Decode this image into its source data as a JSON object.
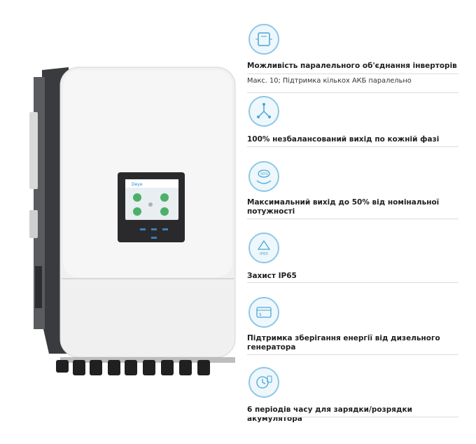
{
  "product": {
    "brand": "Deye",
    "colors": {
      "body": "#f1f1f1",
      "side": "#3c3d40",
      "screen_bezel": "#2a2a2c",
      "screen": "#e9eef1",
      "accent": "#1f8fd6"
    }
  },
  "features": [
    {
      "icon": "parallel-inverters-icon",
      "title": "Можливість паралельного об'єднання інверторів",
      "subtitle": "Макс. 10; Підтримка кількох АКБ паралельно"
    },
    {
      "icon": "unbalanced-output-icon",
      "title": "100% незбалансований вихід по кожній фазі",
      "subtitle": ""
    },
    {
      "icon": "output-50-percent-icon",
      "title": "Максимальний вихід до 50% від номінальної потужності",
      "subtitle": ""
    },
    {
      "icon": "ip65-protection-icon",
      "title": "Захист IP65",
      "subtitle": ""
    },
    {
      "icon": "diesel-generator-icon",
      "title": "Підтримка зберігання енергії від дизельного генератора",
      "subtitle": ""
    },
    {
      "icon": "battery-schedule-icon",
      "title": "6 періодів часу для зарядки/розрядки акумулятора",
      "subtitle": ""
    }
  ],
  "accent_color": "#4aa6d6"
}
